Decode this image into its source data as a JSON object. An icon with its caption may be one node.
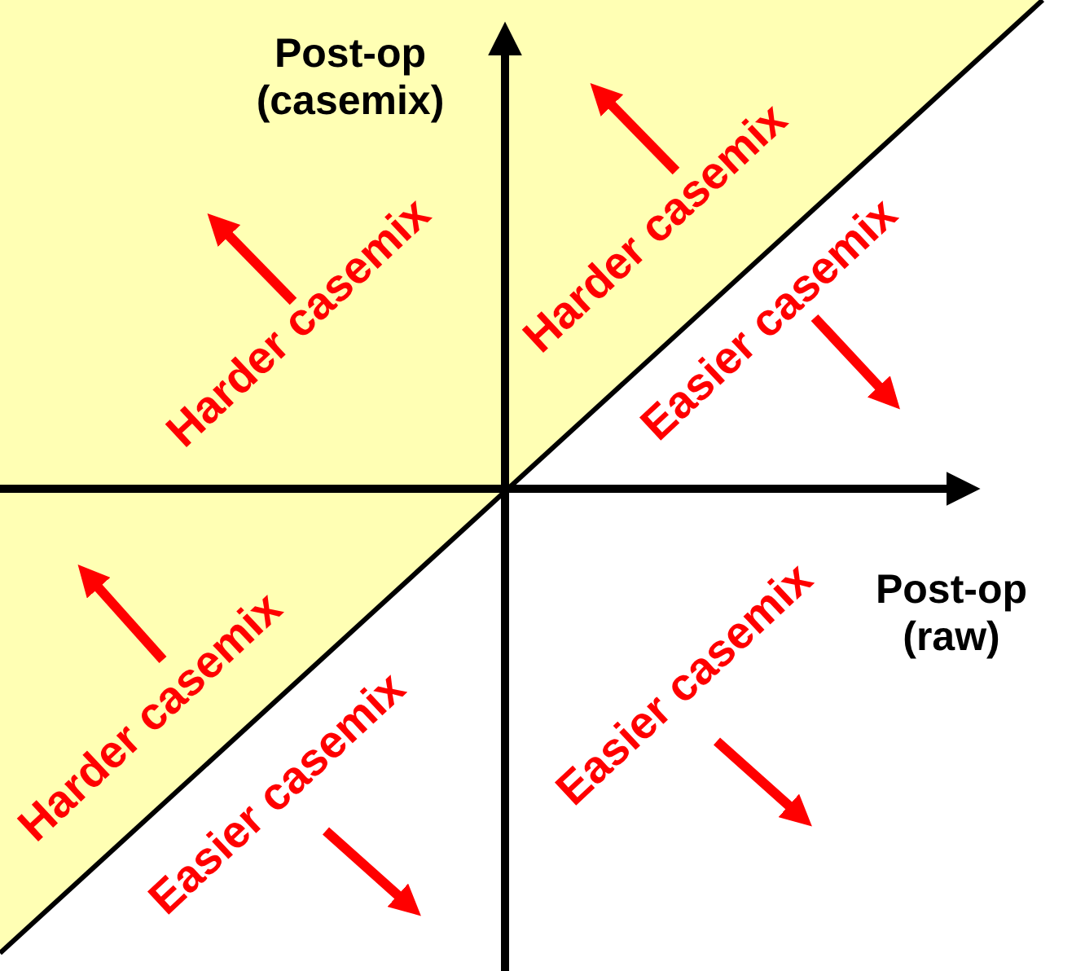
{
  "diagram": {
    "labels": [
      "Post-op (casemix)",
      "Harder casemix",
      "Harder casemix",
      "Easier casemix",
      "Post-op (raw)",
      "Easier casemix",
      "Harder casemix",
      "Easier casemix"
    ]
  }
}
